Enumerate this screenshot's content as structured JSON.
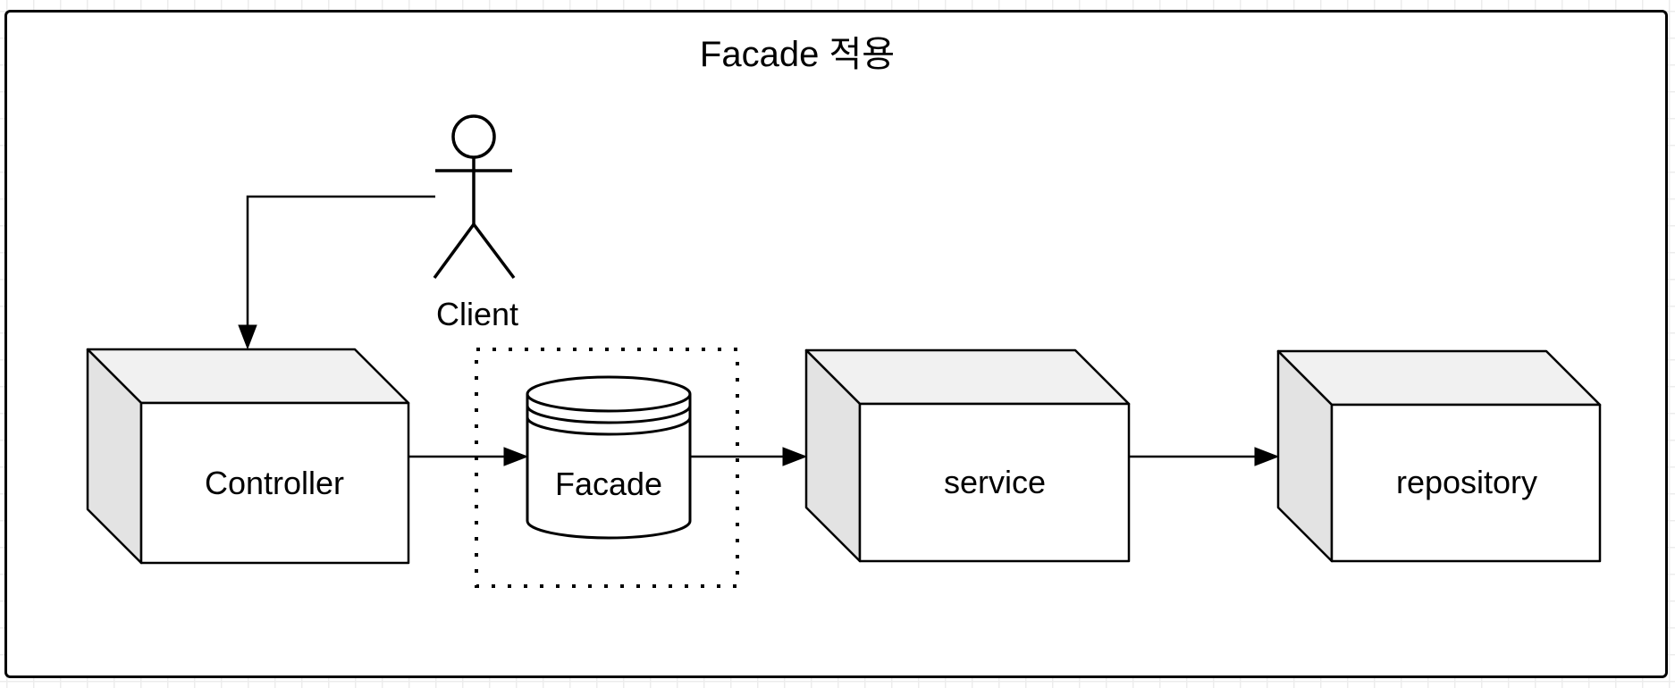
{
  "diagram": {
    "title": "Facade 적용",
    "colors": {
      "stroke": "#000000",
      "cube_top": "#f1f1f1",
      "cube_side": "#e3e3e3",
      "face_fill": "#ffffff",
      "grid": "#ececec",
      "background": "#ffffff"
    },
    "nodes": {
      "client": {
        "label": "Client",
        "type": "actor"
      },
      "controller": {
        "label": "Controller",
        "type": "cube"
      },
      "facade": {
        "label": "Facade",
        "type": "datastore-cylinder"
      },
      "service": {
        "label": "service",
        "type": "cube"
      },
      "repository": {
        "label": "repository",
        "type": "cube"
      }
    },
    "edges": [
      {
        "from": "client",
        "to": "controller"
      },
      {
        "from": "controller",
        "to": "facade"
      },
      {
        "from": "facade",
        "to": "service"
      },
      {
        "from": "service",
        "to": "repository"
      }
    ]
  }
}
